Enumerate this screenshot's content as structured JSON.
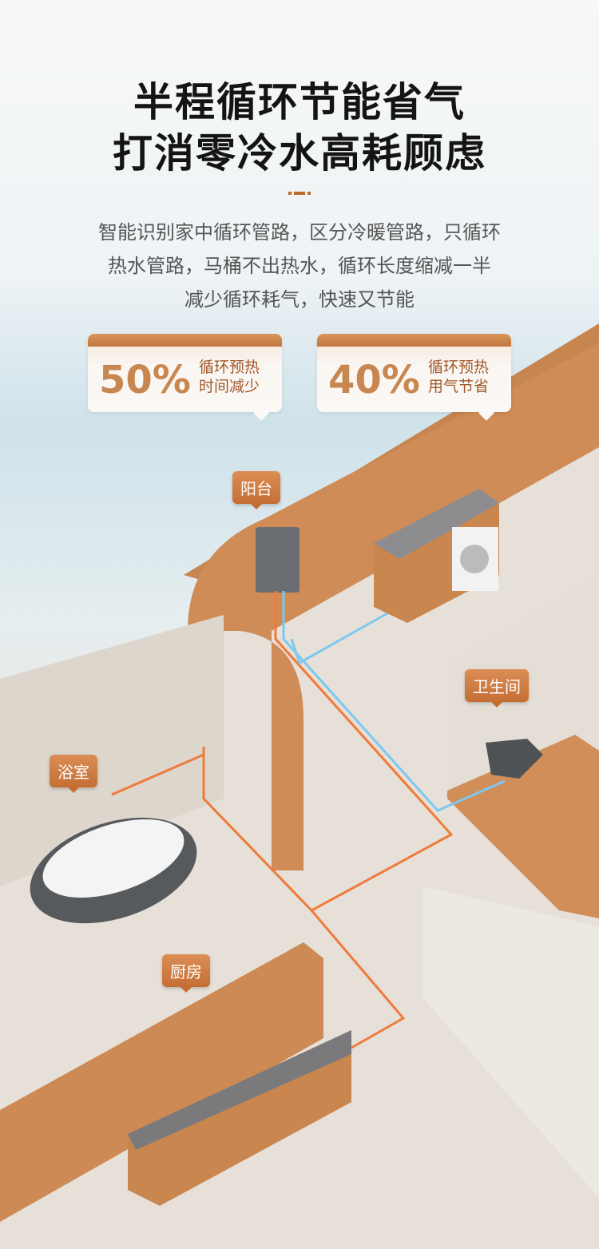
{
  "header": {
    "title_line1": "半程循环节能省气",
    "title_line2": "打消零冷水高耗顾虑",
    "description": [
      "智能识别家中循环管路，区分冷暖管路，只循环",
      "热水管路，马桶不出热水，循环长度缩减一半",
      "减少循环耗气，快速又节能"
    ]
  },
  "badges": [
    {
      "value": "50%",
      "line1": "循环预热",
      "line2": "时间减少"
    },
    {
      "value": "40%",
      "line1": "循环预热",
      "line2": "用气节省"
    }
  ],
  "rooms": {
    "balcony": "阳台",
    "toilet": "卫生间",
    "bathroom": "浴室",
    "kitchen": "厨房"
  },
  "colors": {
    "accent": "#c46e34",
    "hot_pipe": "#f07a3a",
    "cold_pipe": "#7cc8ee",
    "wall": "#c8844e"
  }
}
